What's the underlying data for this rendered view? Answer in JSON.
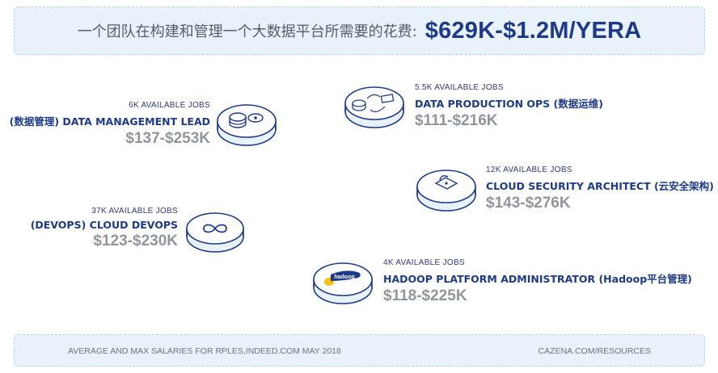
{
  "header": {
    "label": "一个团队在构建和管理一个大数据平台所需要的花费:",
    "total": "$629K-$1.2M/YERA"
  },
  "roles": [
    {
      "available": "6K AVAILABLE JOBS",
      "title": "(数据管理) DATA MANAGEMENT LEAD",
      "salary": "$137-$253K",
      "icon": "database-icon"
    },
    {
      "available": "5.5K AVAILABLE JOBS",
      "title": "DATA PRODUCTION OPS (数据运维)",
      "salary": "$111-$216K",
      "icon": "data-flow-icon"
    },
    {
      "available": "12K AVAILABLE JOBS",
      "title": "CLOUD SECURITY ARCHITECT (云安全架构)",
      "salary": "$143-$276K",
      "icon": "lock-icon"
    },
    {
      "available": "37K AVAILABLE JOBS",
      "title": "(DEVOPS) CLOUD DEVOPS",
      "salary": "$123-$230K",
      "icon": "infinity-icon"
    },
    {
      "available": "4K AVAILABLE JOBS",
      "title": "HADOOP PLATFORM ADMINISTRATOR (Hadoop平台管理)",
      "salary": "$118-$225K",
      "icon": "hadoop-logo"
    }
  ],
  "footer": {
    "left": "AVERAGE AND MAX SALARIES FOR RPLES,INDEED.COM MAY 2018",
    "right": "CAZENA.COM/RESOURCES"
  },
  "colors": {
    "accent": "#1d3a8a",
    "banner_bg": "#e9f2fb",
    "salary": "#8f969e"
  }
}
